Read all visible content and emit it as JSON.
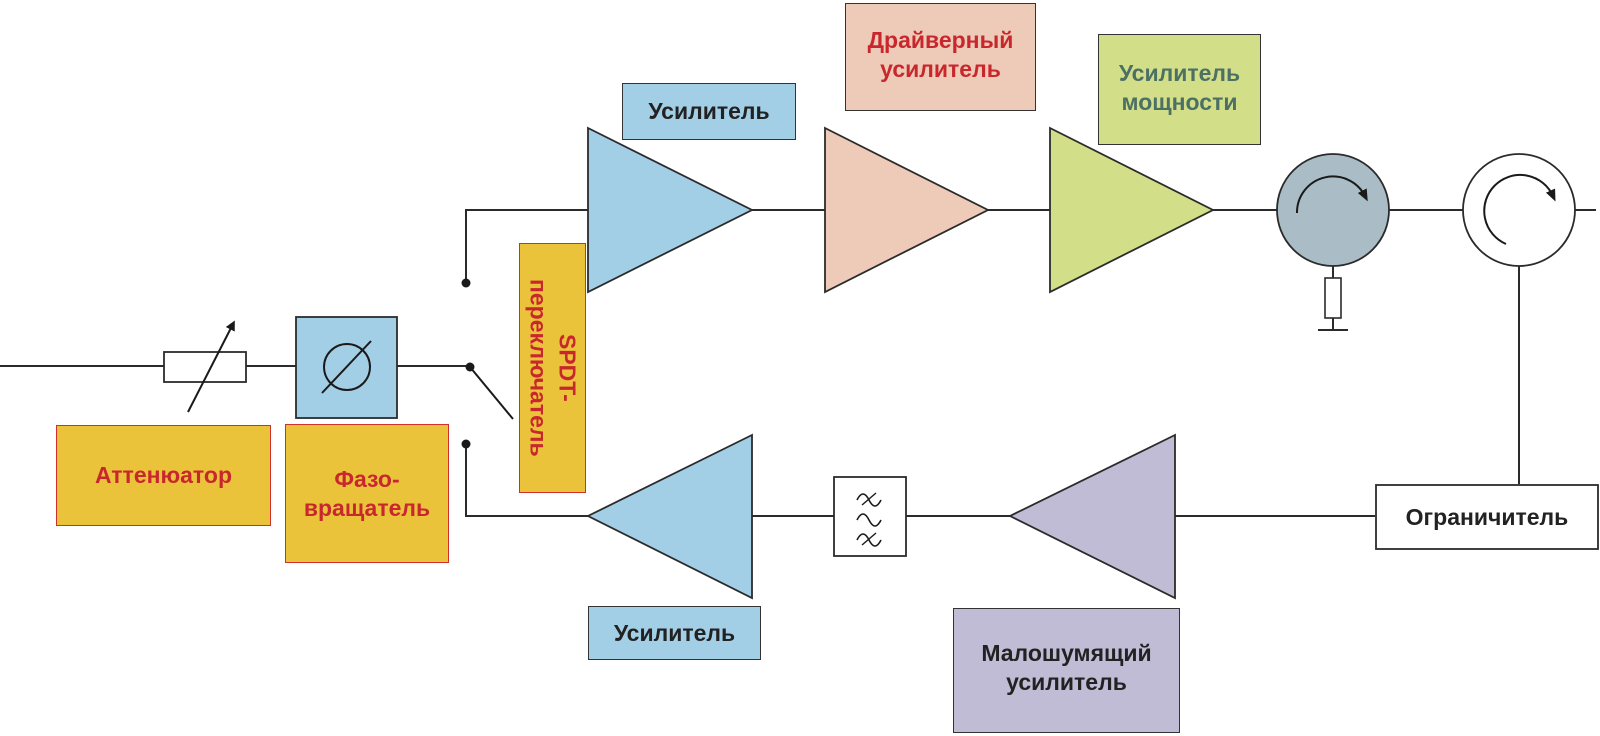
{
  "title": "Структурная схема приёмопередающего модуля",
  "colors": {
    "amp_blue": "#a3cfe6",
    "driver_peach": "#eecbb8",
    "power_green": "#d2df88",
    "lna_lavender": "#c0bcd5",
    "isolator_gray": "#aabdc6",
    "label_yellow": "#ebc33b",
    "text_red": "#c8282d",
    "text_dark": "#222222",
    "text_green": "#4d7065",
    "line": "#2b2b2b"
  },
  "labels": {
    "attenuator": "Аттенюатор",
    "phase_shifter": "Фазо-\nвращатель",
    "spdt_switch": "SPDT-\nпереключатель",
    "tx_amplifier": "Усилитель",
    "driver_amplifier": "Драйверный\nусилитель",
    "power_amplifier": "Усилитель\nмощности",
    "limiter": "Ограничитель",
    "rx_amplifier": "Усилитель",
    "lna": "Малошумящий\nусилитель"
  },
  "components": [
    {
      "id": "attenuator",
      "symbol": "variable-resistor"
    },
    {
      "id": "phase_shifter",
      "symbol": "phase-shifter-circle-slash"
    },
    {
      "id": "spdt_switch",
      "symbol": "single-pole-double-throw"
    },
    {
      "id": "tx_amplifier",
      "symbol": "triangle-right"
    },
    {
      "id": "driver_amplifier",
      "symbol": "triangle-right"
    },
    {
      "id": "power_amplifier",
      "symbol": "triangle-right"
    },
    {
      "id": "isolator",
      "symbol": "circulator-with-load"
    },
    {
      "id": "circulator",
      "symbol": "circulator"
    },
    {
      "id": "limiter",
      "symbol": "box"
    },
    {
      "id": "lna",
      "symbol": "triangle-left"
    },
    {
      "id": "bandpass_filter",
      "symbol": "filter-three-waves"
    },
    {
      "id": "rx_amplifier",
      "symbol": "triangle-left"
    }
  ],
  "connections": [
    [
      "input",
      "attenuator"
    ],
    [
      "attenuator",
      "phase_shifter"
    ],
    [
      "phase_shifter",
      "spdt_switch"
    ],
    [
      "spdt_switch",
      "tx_amplifier"
    ],
    [
      "tx_amplifier",
      "driver_amplifier"
    ],
    [
      "driver_amplifier",
      "power_amplifier"
    ],
    [
      "power_amplifier",
      "isolator"
    ],
    [
      "isolator",
      "circulator"
    ],
    [
      "circulator",
      "antenna_output"
    ],
    [
      "circulator",
      "limiter"
    ],
    [
      "limiter",
      "lna"
    ],
    [
      "lna",
      "bandpass_filter"
    ],
    [
      "bandpass_filter",
      "rx_amplifier"
    ],
    [
      "rx_amplifier",
      "spdt_switch"
    ]
  ]
}
